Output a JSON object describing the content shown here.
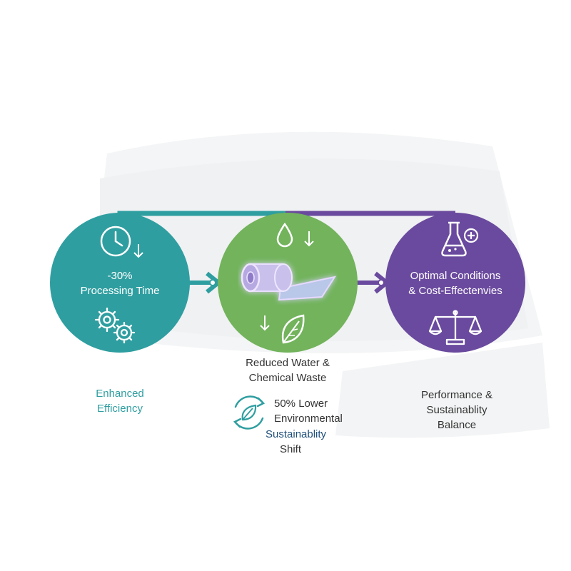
{
  "colors": {
    "teal": "#2f9ea0",
    "green": "#72b35c",
    "purple": "#6a4a9e",
    "dark_text": "#333333",
    "navy": "#1f4e79"
  },
  "steps": [
    {
      "circle_lines": [
        "-30%",
        "Processing Time"
      ],
      "icons": [
        "clock-icon",
        "down-arrow-icon",
        "gears-icon"
      ],
      "caption_lines": [
        "Enhanced",
        "Efficiency"
      ]
    },
    {
      "circle_lines": [],
      "icons": [
        "water-drop-icon",
        "down-arrow-icon",
        "fabric-roll-icon",
        "leaf-icon"
      ],
      "caption_lines": [
        "Reduced Water &",
        "Chemical Waste"
      ],
      "sub": {
        "icon": "recycle-leaf-icon",
        "lines": [
          "50% Lower",
          "Environmental"
        ],
        "highlight": "Sustainablity",
        "last": "Shift"
      }
    },
    {
      "circle_lines": [
        "Optimal Conditions",
        "& Cost-Effectenvies"
      ],
      "icons": [
        "flask-plus-icon",
        "balance-scale-icon"
      ],
      "caption_lines": [
        "Performance &",
        "Sustainablity",
        "Balance"
      ]
    }
  ]
}
